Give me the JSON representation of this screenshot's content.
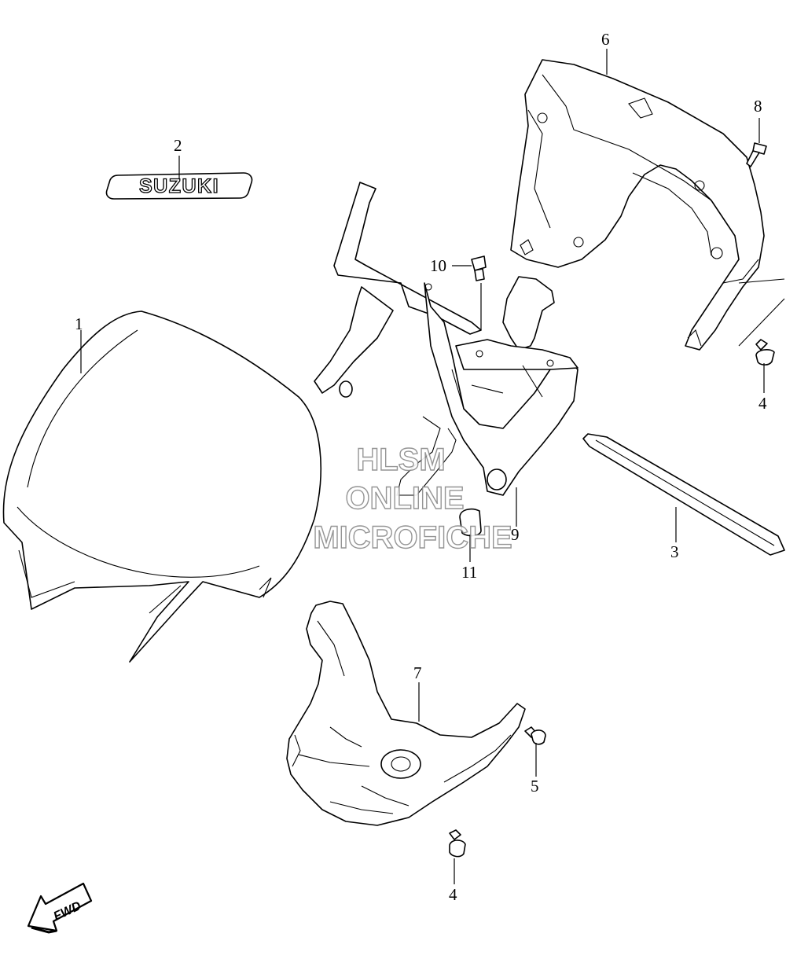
{
  "callouts": {
    "c1": "1",
    "c2": "2",
    "c3": "3",
    "c4a": "4",
    "c4b": "4",
    "c5": "5",
    "c6": "6",
    "c7": "7",
    "c8": "8",
    "c9": "9",
    "c10": "10",
    "c11": "11"
  },
  "emblem_text": "SUZUKI",
  "fwd_text": "FWD",
  "watermark": {
    "line1": "HLSM",
    "line2": "ONLINE",
    "line3": "MICROFICHE"
  }
}
